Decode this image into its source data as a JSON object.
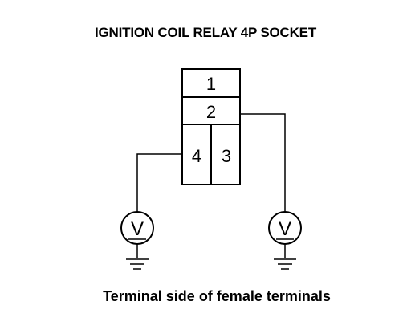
{
  "diagram": {
    "title": "IGNITION COIL RELAY 4P SOCKET",
    "caption": "Terminal side of female terminals",
    "terminals": [
      "1",
      "2",
      "4",
      "3"
    ],
    "meters": [
      {
        "symbol": "V"
      },
      {
        "symbol": "V"
      }
    ],
    "colors": {
      "line": "#000000",
      "background": "#ffffff"
    }
  }
}
